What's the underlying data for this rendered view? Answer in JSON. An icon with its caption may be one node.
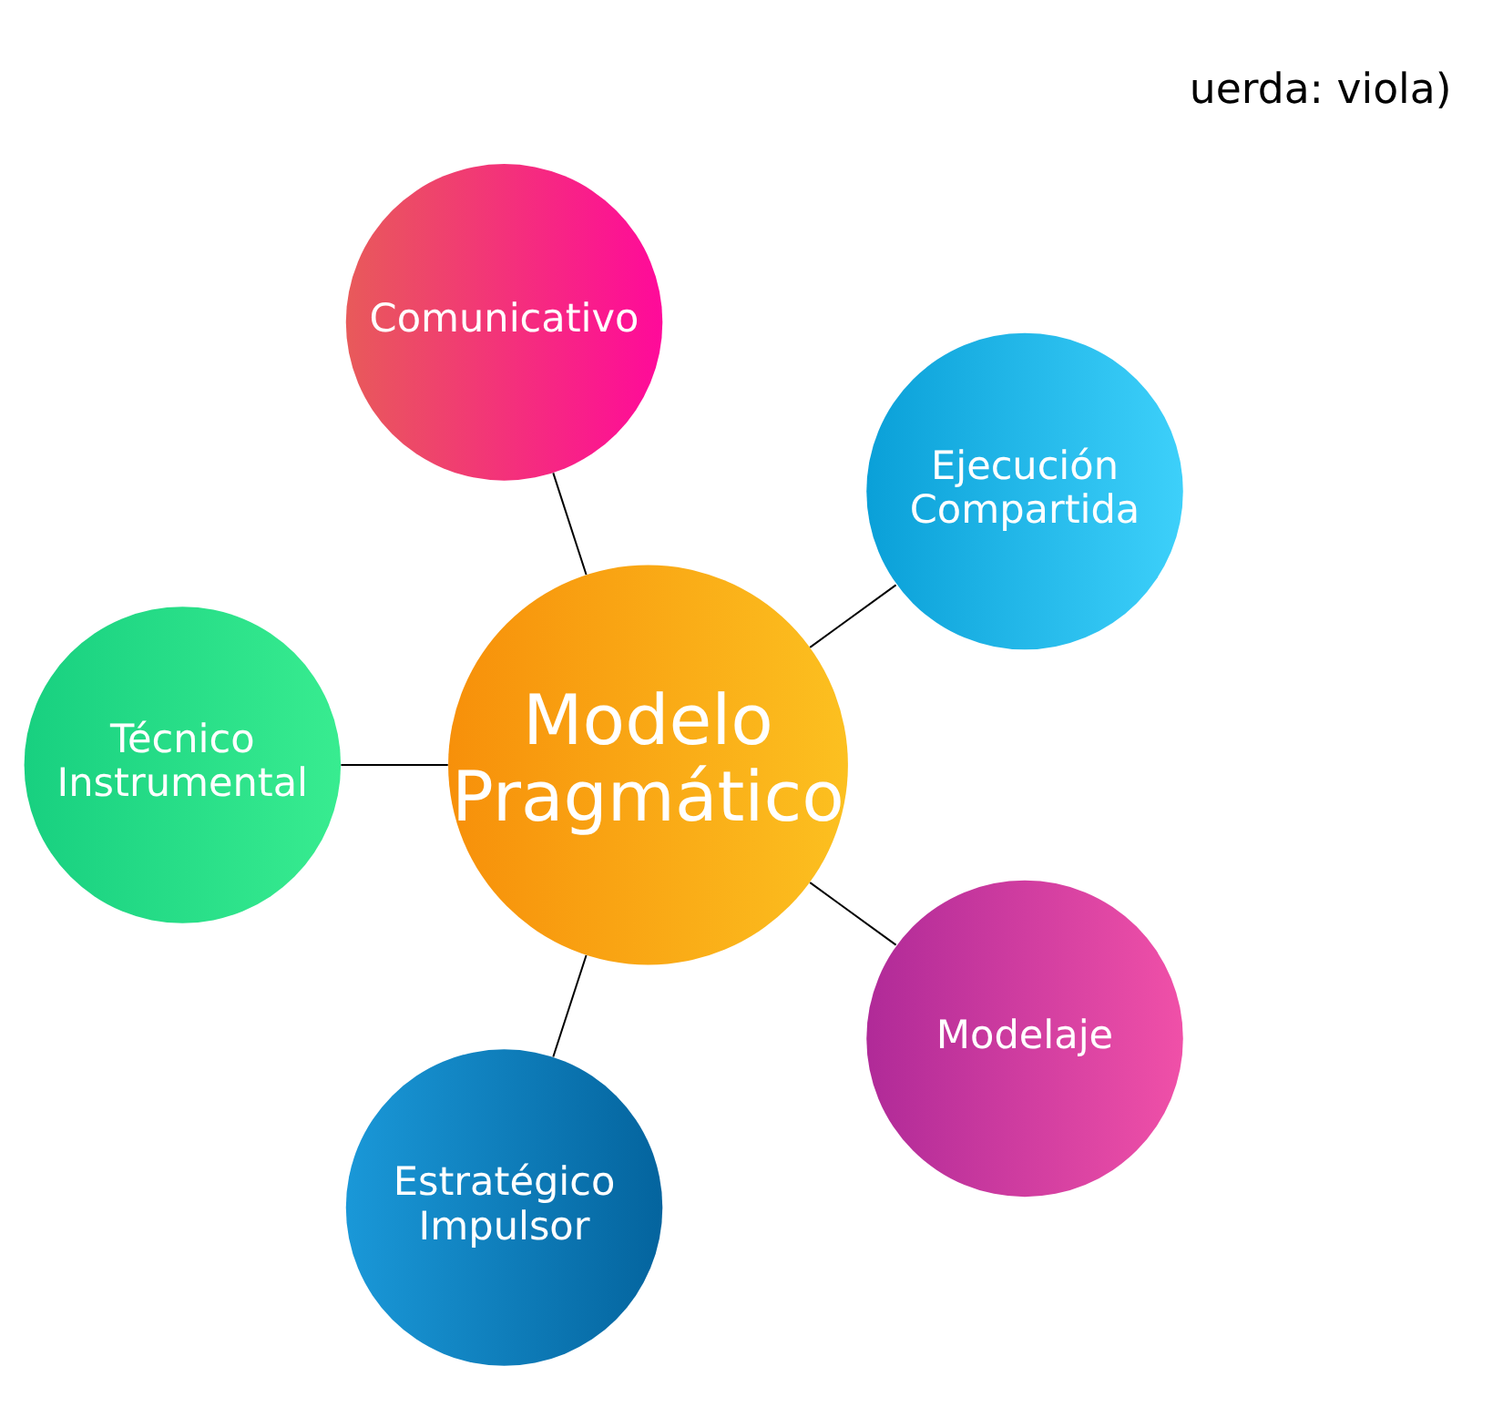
{
  "diagram": {
    "nodes": [
      {
        "text": [
          "Ejecución Compartida"
        ]
      },
      {
        "text": [
          "Comunicativo"
        ]
      },
      {
        "text": [
          "Modelo Pragmático"
        ]
      },
      {
        "text": [
          "Técnico Instrumental"
        ]
      },
      {
        "text": [
          "Estratégico Impulsor"
        ]
      },
      {
        "text": [
          "Modelaje"
        ]
      }
    ],
    "edges": [
      {
        "from": 2,
        "to": 0,
        "arrow": "none"
      },
      {
        "from": 2,
        "to": 3,
        "arrow": "none"
      },
      {
        "from": 2,
        "to": 5,
        "arrow": "none"
      },
      {
        "from": 2,
        "to": 4,
        "arrow": "none"
      },
      {
        "from": 2,
        "to": 1,
        "arrow": "none"
      }
    ],
    "labels": [
      "uerda: viola)"
    ]
  }
}
